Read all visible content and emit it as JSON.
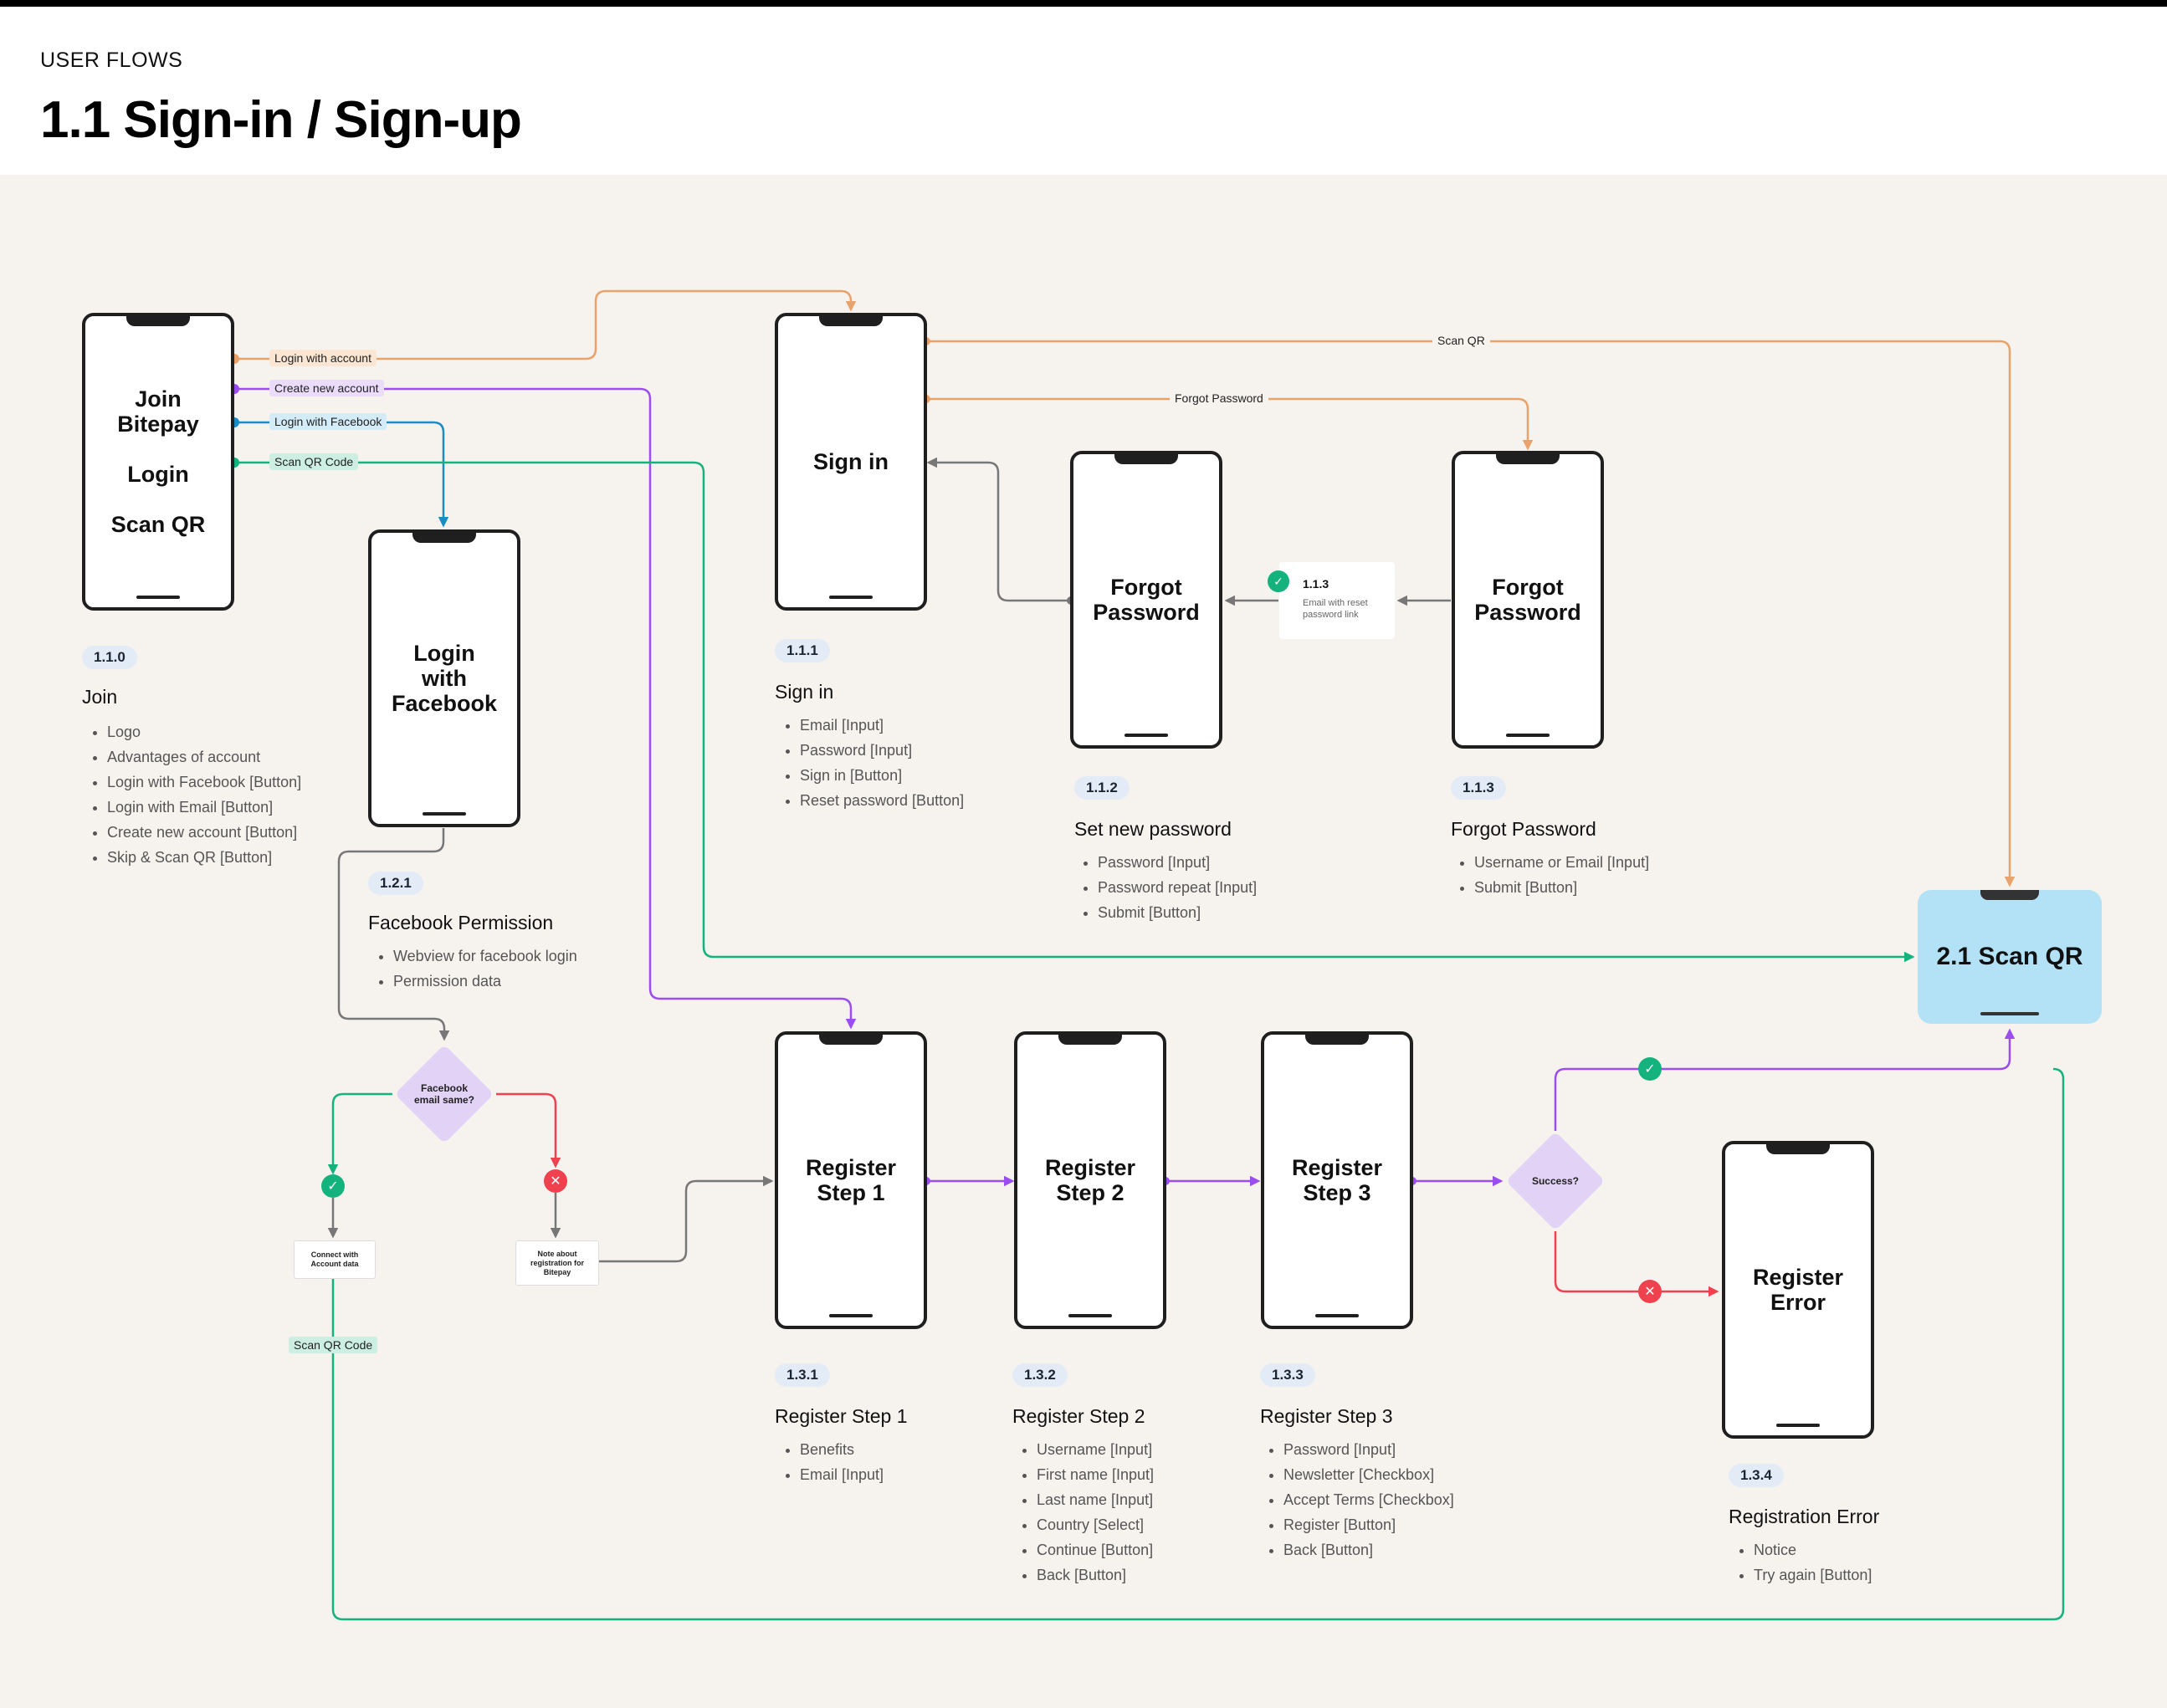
{
  "header": {
    "eyebrow": "USER FLOWS",
    "title": "1.1 Sign-in / Sign-up"
  },
  "screens": {
    "join": "Join\nBitepay\n\nLogin\n\nScan QR",
    "login_facebook": "Login\nwith\nFacebook",
    "sign_in": "Sign in",
    "forgot_password_a": "Forgot\nPassword",
    "forgot_password_b": "Forgot\nPassword",
    "register_1": "Register\nStep 1",
    "register_2": "Register\nStep 2",
    "register_3": "Register\nStep 3",
    "register_error": "Register\nError",
    "scan_qr": "2.1 Scan QR"
  },
  "cards": [
    {
      "badge": "1.1.0",
      "title": "Join",
      "items": [
        "Logo",
        "Advantages of account",
        "Login with Facebook [Button]",
        "Login with Email [Button]",
        "Create new account [Button]",
        "Skip & Scan QR [Button]"
      ]
    },
    {
      "badge": "1.2.1",
      "title": "Facebook Permission",
      "items": [
        "Webview for facebook login",
        "Permission data"
      ]
    },
    {
      "badge": "1.1.1",
      "title": "Sign in",
      "items": [
        "Email [Input]",
        "Password [Input]",
        "Sign in [Button]",
        "Reset password [Button]"
      ]
    },
    {
      "badge": "1.1.2",
      "title": "Set new password",
      "items": [
        "Password [Input]",
        "Password repeat [Input]",
        "Submit [Button]"
      ]
    },
    {
      "badge": "1.1.3",
      "title": "Forgot Password",
      "items": [
        "Username or Email [Input]",
        "Submit [Button]"
      ]
    },
    {
      "badge": "1.3.1",
      "title": "Register Step 1",
      "items": [
        "Benefits",
        "Email [Input]"
      ]
    },
    {
      "badge": "1.3.2",
      "title": "Register Step 2",
      "items": [
        "Username [Input]",
        "First name [Input]",
        "Last name [Input]",
        "Country [Select]",
        "Continue [Button]",
        "Back [Button]"
      ]
    },
    {
      "badge": "1.3.3",
      "title": "Register Step 3",
      "items": [
        "Password [Input]",
        "Newsletter [Checkbox]",
        "Accept Terms [Checkbox]",
        "Register [Button]",
        "Back [Button]"
      ]
    },
    {
      "badge": "1.3.4",
      "title": "Registration Error",
      "items": [
        "Notice",
        "Try again [Button]"
      ]
    }
  ],
  "join_tags": {
    "login_account": "Login with account",
    "create_account": "Create new account",
    "login_facebook": "Login with Facebook",
    "scan_qr_code": "Scan QR Code"
  },
  "edge_labels": {
    "scan_qr": "Scan QR",
    "forgot_password": "Forgot Password",
    "bottom_scan_qr_code": "Scan QR Code"
  },
  "decisions": {
    "facebook_email": "Facebook\nemail same?",
    "success": "Success?"
  },
  "notes": {
    "connect": "Connect with\nAccount data",
    "register_note": "Note about\nregistration for\nBitepay"
  },
  "info_box": {
    "num": "1.1.3",
    "text": "Email with reset\npassword link"
  },
  "colors": {
    "orange": "#e8a26c",
    "purple": "#9b4df0",
    "blue": "#1b8cc4",
    "green": "#14b37d",
    "red": "#f0414f",
    "gray": "#777777",
    "canvas": "#f6f3ef",
    "scan_qr_fill": "#b3e2f6"
  }
}
